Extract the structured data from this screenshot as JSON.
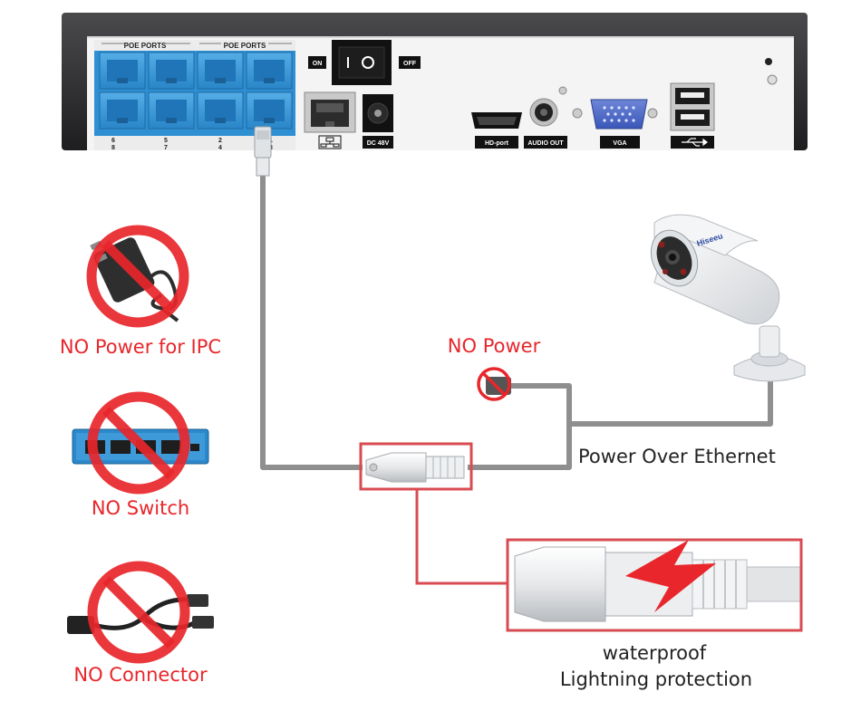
{
  "nvr": {
    "poe_ports_left": "POE PORTS",
    "poe_ports_right": "POE PORTS",
    "port_numbers": [
      "6",
      "5",
      "2",
      "1",
      "8",
      "7",
      "4",
      "3"
    ],
    "switch_on": "ON",
    "switch_off": "OFF",
    "dc_label": "DC 48V",
    "hdmi_label": "HD-port",
    "audio_label": "AUDIO OUT",
    "vga_label": "VGA"
  },
  "camera": {
    "brand": "Hiseeu"
  },
  "labels": {
    "no_power_ipc": "NO Power for IPC",
    "no_switch": "NO Switch",
    "no_connector": "NO Connector",
    "no_power": "NO Power",
    "poe": "Power Over Ethernet",
    "waterproof": "waterproof",
    "lightning": "Lightning protection"
  },
  "colors": {
    "red_text": "#e8262b",
    "prohibit": "#e8262b",
    "cable": "#8f8f8f",
    "highlight_box": "#d94b52",
    "poe_port_blue": "#3a9ad8",
    "chassis": "#2d2d2f",
    "panel": "#f4f4f4"
  }
}
